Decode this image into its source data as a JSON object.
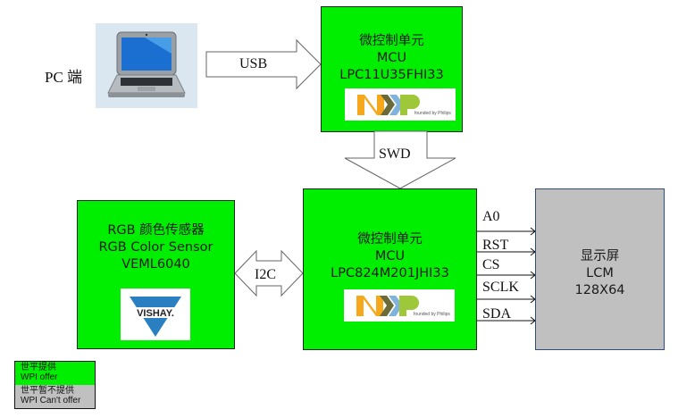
{
  "pc": {
    "label": "PC 端",
    "icon": "laptop-icon"
  },
  "links": {
    "usb": "USB",
    "swd": "SWD",
    "i2c": "I2C"
  },
  "mcu_top": {
    "line1": "微控制单元",
    "line2": "MCU",
    "line3": "LPC11U35FHI33",
    "logo": "NXP",
    "logo_tagline": "founded by Philips"
  },
  "mcu_main": {
    "line1": "微控制单元",
    "line2": "MCU",
    "line3": "LPC824M201JHI33",
    "logo": "NXP",
    "logo_tagline": "founded by Philips"
  },
  "sensor": {
    "line1": "RGB 颜色传感器",
    "line2": "RGB Color Sensor",
    "line3": "VEML6040",
    "logo": "VISHAY."
  },
  "display": {
    "line1": "显示屏",
    "line2": "LCM",
    "line3": "128X64"
  },
  "signals": [
    "A0",
    "RST",
    "CS",
    "SCLK",
    "SDA"
  ],
  "legend": {
    "offer_cn": "世平提供",
    "offer_en": "WPI offer",
    "not_offer_cn": "世平暂不提供",
    "not_offer_en": "WPI Can't offer",
    "colors": {
      "offer": "#00ee00",
      "not_offer": "#c0c0c0"
    }
  }
}
